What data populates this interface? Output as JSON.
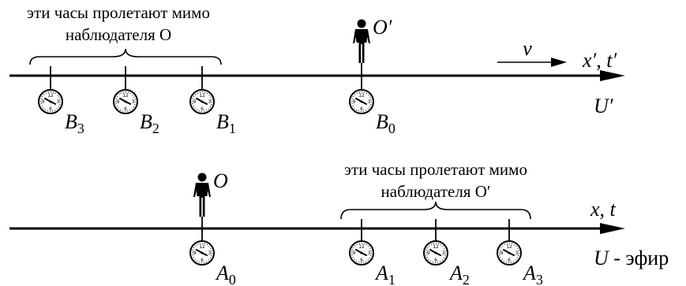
{
  "top": {
    "caption_line1": "эти часы пролетают мимо",
    "caption_line2": "наблюдателя O",
    "observer_label": "O′",
    "velocity_label": "v",
    "axis_label": "x′, t′",
    "frame_label": "U′",
    "clocks": [
      {
        "letter": "B",
        "index": "3"
      },
      {
        "letter": "B",
        "index": "2"
      },
      {
        "letter": "B",
        "index": "1"
      },
      {
        "letter": "B",
        "index": "0"
      }
    ]
  },
  "bottom": {
    "caption_line1": "эти часы пролетают мимо",
    "caption_line2": "наблюдателя O′",
    "observer_label": "O",
    "axis_label": "x, t",
    "frame_label": "U",
    "frame_suffix": " - эфир",
    "clocks": [
      {
        "letter": "A",
        "index": "0"
      },
      {
        "letter": "A",
        "index": "1"
      },
      {
        "letter": "A",
        "index": "2"
      },
      {
        "letter": "A",
        "index": "3"
      }
    ]
  }
}
